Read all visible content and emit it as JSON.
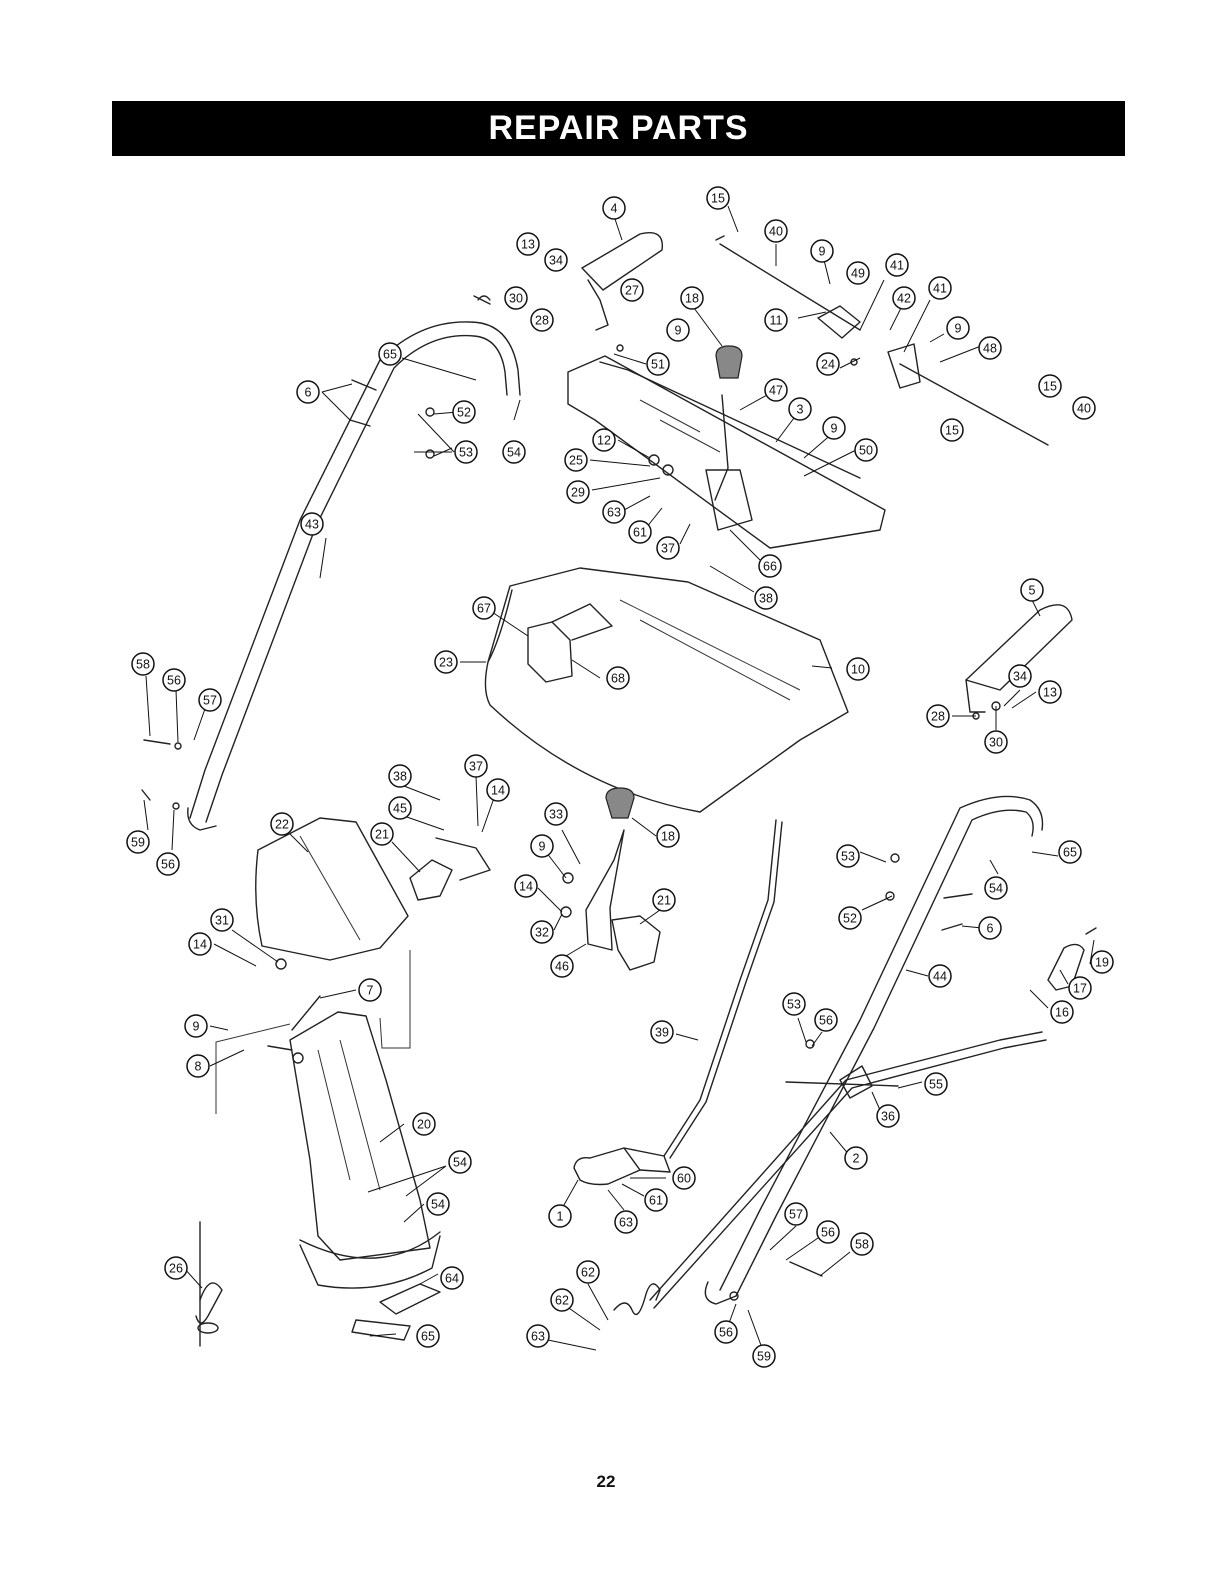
{
  "header": {
    "title": "REPAIR PARTS"
  },
  "footer": {
    "page_number": "22"
  },
  "callouts": [
    {
      "id": "4",
      "label": "4"
    },
    {
      "id": "15a",
      "label": "15"
    },
    {
      "id": "40a",
      "label": "40"
    },
    {
      "id": "13a",
      "label": "13"
    },
    {
      "id": "34a",
      "label": "34"
    },
    {
      "id": "9a",
      "label": "9"
    },
    {
      "id": "49",
      "label": "49"
    },
    {
      "id": "41a",
      "label": "41"
    },
    {
      "id": "30a",
      "label": "30"
    },
    {
      "id": "27",
      "label": "27"
    },
    {
      "id": "18a",
      "label": "18"
    },
    {
      "id": "41b",
      "label": "41"
    },
    {
      "id": "28a",
      "label": "28"
    },
    {
      "id": "11",
      "label": "11"
    },
    {
      "id": "42",
      "label": "42"
    },
    {
      "id": "9b",
      "label": "9"
    },
    {
      "id": "9c",
      "label": "9"
    },
    {
      "id": "48",
      "label": "48"
    },
    {
      "id": "65a",
      "label": "65"
    },
    {
      "id": "51",
      "label": "51"
    },
    {
      "id": "24",
      "label": "24"
    },
    {
      "id": "6a",
      "label": "6"
    },
    {
      "id": "47",
      "label": "47"
    },
    {
      "id": "15b",
      "label": "15"
    },
    {
      "id": "52a",
      "label": "52"
    },
    {
      "id": "3",
      "label": "3"
    },
    {
      "id": "40b",
      "label": "40"
    },
    {
      "id": "53a",
      "label": "53"
    },
    {
      "id": "54a",
      "label": "54"
    },
    {
      "id": "9d",
      "label": "9"
    },
    {
      "id": "15c",
      "label": "15"
    },
    {
      "id": "12",
      "label": "12"
    },
    {
      "id": "50",
      "label": "50"
    },
    {
      "id": "25",
      "label": "25"
    },
    {
      "id": "29",
      "label": "29"
    },
    {
      "id": "63a",
      "label": "63"
    },
    {
      "id": "61a",
      "label": "61"
    },
    {
      "id": "43",
      "label": "43"
    },
    {
      "id": "37a",
      "label": "37"
    },
    {
      "id": "66",
      "label": "66"
    },
    {
      "id": "38a",
      "label": "38"
    },
    {
      "id": "5",
      "label": "5"
    },
    {
      "id": "67",
      "label": "67"
    },
    {
      "id": "34b",
      "label": "34"
    },
    {
      "id": "23",
      "label": "23"
    },
    {
      "id": "68",
      "label": "68"
    },
    {
      "id": "10",
      "label": "10"
    },
    {
      "id": "13b",
      "label": "13"
    },
    {
      "id": "58a",
      "label": "58"
    },
    {
      "id": "56a",
      "label": "56"
    },
    {
      "id": "57a",
      "label": "57"
    },
    {
      "id": "28b",
      "label": "28"
    },
    {
      "id": "30b",
      "label": "30"
    },
    {
      "id": "38b",
      "label": "38"
    },
    {
      "id": "37b",
      "label": "37"
    },
    {
      "id": "14a",
      "label": "14"
    },
    {
      "id": "45",
      "label": "45"
    },
    {
      "id": "33",
      "label": "33"
    },
    {
      "id": "18b",
      "label": "18"
    },
    {
      "id": "59a",
      "label": "59"
    },
    {
      "id": "56b",
      "label": "56"
    },
    {
      "id": "22",
      "label": "22"
    },
    {
      "id": "21a",
      "label": "21"
    },
    {
      "id": "9e",
      "label": "9"
    },
    {
      "id": "53b",
      "label": "53"
    },
    {
      "id": "65b",
      "label": "65"
    },
    {
      "id": "54b",
      "label": "54"
    },
    {
      "id": "14b",
      "label": "14"
    },
    {
      "id": "21b",
      "label": "21"
    },
    {
      "id": "52b",
      "label": "52"
    },
    {
      "id": "6b",
      "label": "6"
    },
    {
      "id": "31",
      "label": "31"
    },
    {
      "id": "14c",
      "label": "14"
    },
    {
      "id": "32",
      "label": "32"
    },
    {
      "id": "46",
      "label": "46"
    },
    {
      "id": "44",
      "label": "44"
    },
    {
      "id": "19",
      "label": "19"
    },
    {
      "id": "7",
      "label": "7"
    },
    {
      "id": "17",
      "label": "17"
    },
    {
      "id": "9f",
      "label": "9"
    },
    {
      "id": "53c",
      "label": "53"
    },
    {
      "id": "56c",
      "label": "56"
    },
    {
      "id": "16",
      "label": "16"
    },
    {
      "id": "39",
      "label": "39"
    },
    {
      "id": "8",
      "label": "8"
    },
    {
      "id": "55",
      "label": "55"
    },
    {
      "id": "36",
      "label": "36"
    },
    {
      "id": "20",
      "label": "20"
    },
    {
      "id": "2",
      "label": "2"
    },
    {
      "id": "54c",
      "label": "54"
    },
    {
      "id": "60",
      "label": "60"
    },
    {
      "id": "61b",
      "label": "61"
    },
    {
      "id": "54d",
      "label": "54"
    },
    {
      "id": "1",
      "label": "1"
    },
    {
      "id": "63b",
      "label": "63"
    },
    {
      "id": "57b",
      "label": "57"
    },
    {
      "id": "56d",
      "label": "56"
    },
    {
      "id": "58b",
      "label": "58"
    },
    {
      "id": "26",
      "label": "26"
    },
    {
      "id": "62a",
      "label": "62"
    },
    {
      "id": "64",
      "label": "64"
    },
    {
      "id": "62b",
      "label": "62"
    },
    {
      "id": "65c",
      "label": "65"
    },
    {
      "id": "63c",
      "label": "63"
    },
    {
      "id": "56e",
      "label": "56"
    },
    {
      "id": "59b",
      "label": "59"
    }
  ]
}
